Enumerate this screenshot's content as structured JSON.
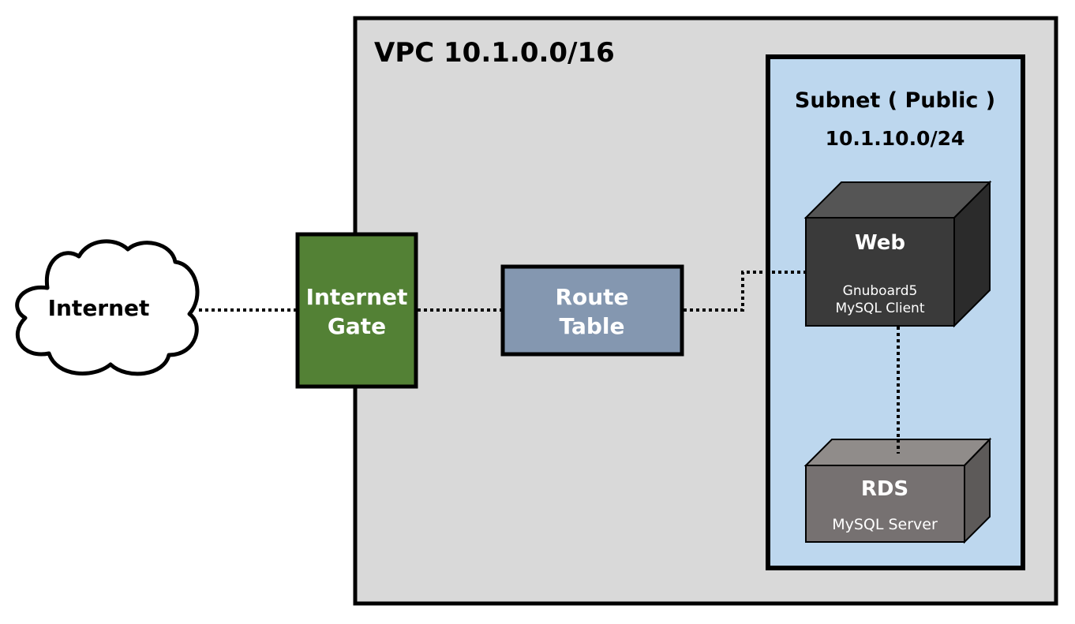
{
  "vpc": {
    "label": "VPC 10.1.0.0/16"
  },
  "subnet": {
    "title": "Subnet ( Public )",
    "cidr": "10.1.10.0/24"
  },
  "internet": {
    "label": "Internet"
  },
  "internet_gateway": {
    "line1": "Internet",
    "line2": "Gate"
  },
  "route_table": {
    "line1": "Route",
    "line2": "Table"
  },
  "web_server": {
    "title": "Web",
    "line1": "Gnuboard5",
    "line2": "MySQL Client"
  },
  "rds_server": {
    "title": "RDS",
    "line1": "MySQL Server"
  },
  "colors": {
    "vpc_fill": "#d9d9d9",
    "subnet_fill": "#bdd7ee",
    "gateway_fill": "#538135",
    "route_fill": "#8497b0",
    "web_front": "#3a3a3a",
    "web_top": "#555555",
    "web_side": "#2b2b2b",
    "rds_front": "#767171",
    "rds_top": "#908c8a",
    "rds_side": "#5d5a59",
    "border": "#000000"
  }
}
